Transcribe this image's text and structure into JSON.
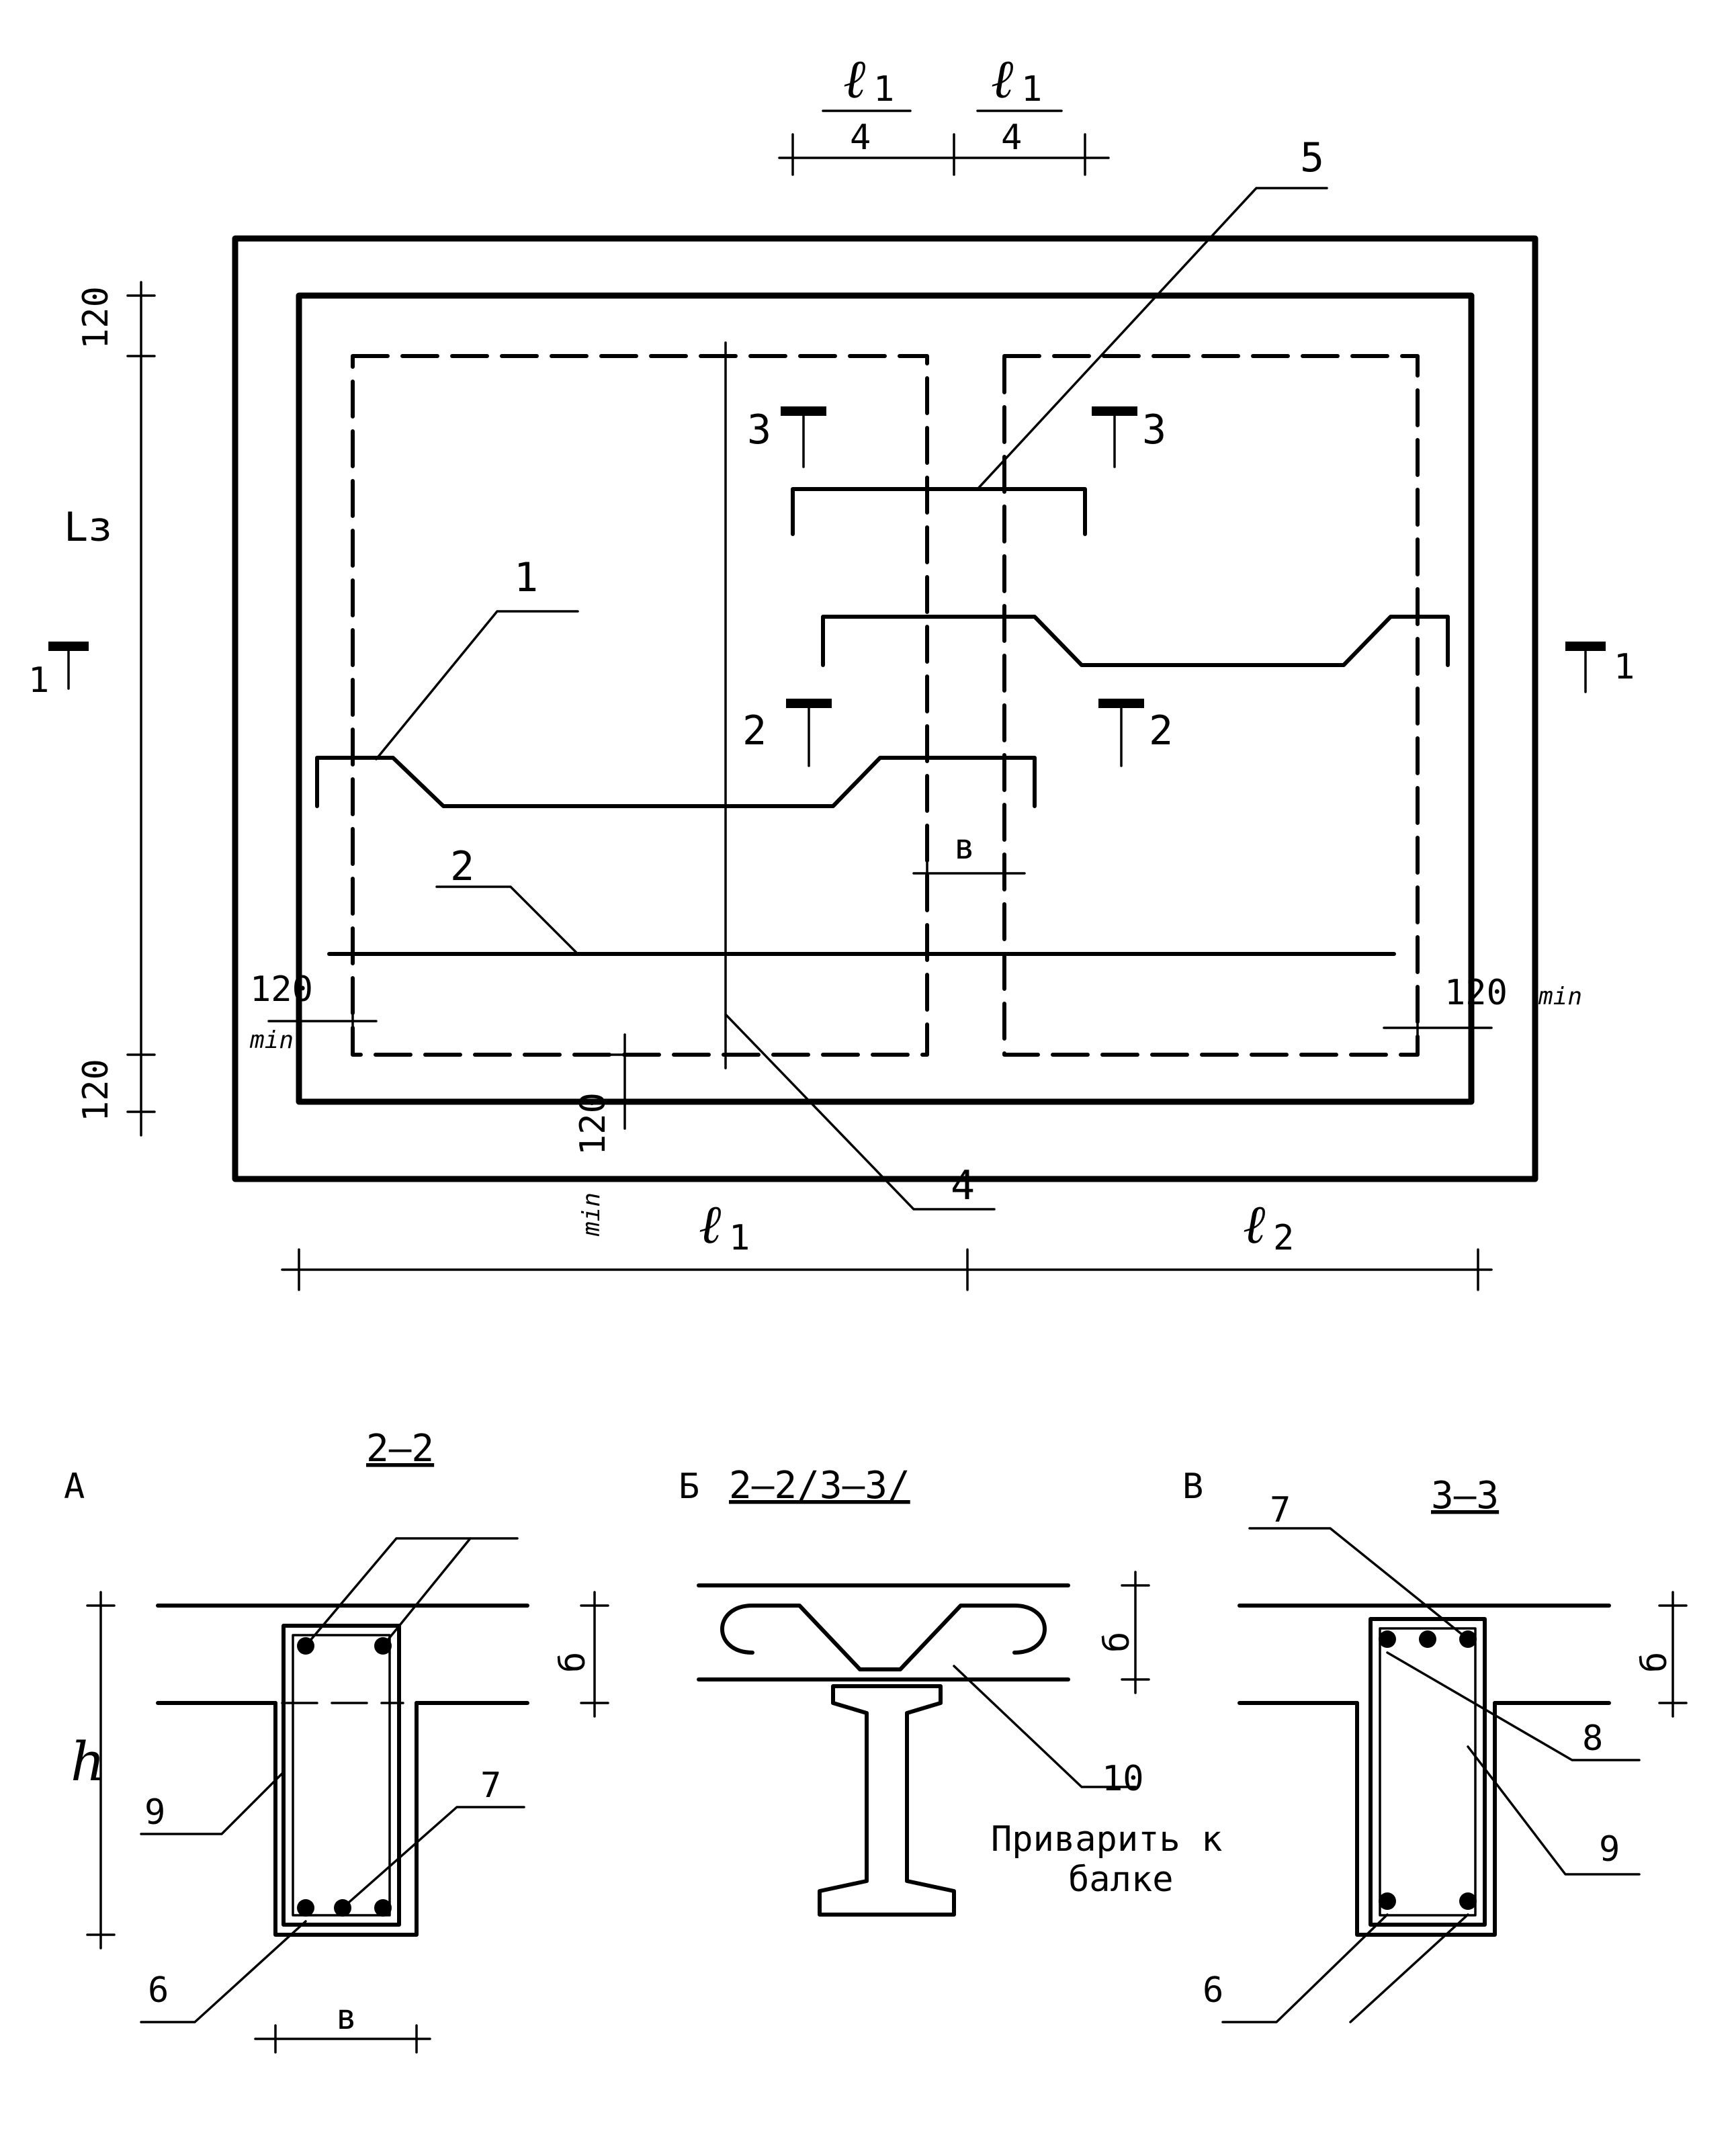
{
  "labels": {
    "l1": "ℓ",
    "l2": "ℓ",
    "sub1": "1",
    "sub2": "2",
    "four": "4",
    "ls": "Lз",
    "dim120": "120",
    "min": "min",
    "b": "в",
    "sec1": "1",
    "sec2": "2",
    "sec3": "3",
    "h": "h",
    "delta": "б"
  },
  "callouts": [
    "1",
    "2",
    "4",
    "5",
    "6",
    "7",
    "8",
    "9",
    "10"
  ],
  "sections": {
    "a_letter": "А",
    "a_title": "2–2",
    "b_letter": "Б",
    "b_title": "2–2/3–3/",
    "v_letter": "В",
    "v_title": "3–3",
    "weld_note_1": "Приварить к",
    "weld_note_2": "балке"
  }
}
